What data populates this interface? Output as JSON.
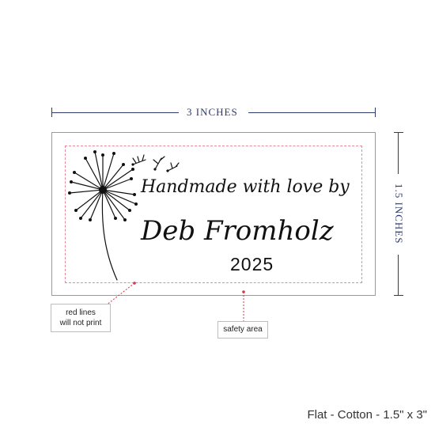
{
  "dimensions": {
    "width_label": "3 INCHES",
    "height_label": "1.5 INCHES"
  },
  "label": {
    "line1": "Handmade with love by",
    "name": "Deb Fromholz",
    "year": "2025",
    "illustration": "dandelion-icon"
  },
  "callouts": {
    "red_lines": [
      "red lines",
      "will not print"
    ],
    "safety": "safety area"
  },
  "caption": "Flat - Cotton - 1.5\" x 3\"",
  "colors": {
    "dimension": "#2d3a6b",
    "safety_line": "#e88a97",
    "callout_dot": "#d23a4a"
  }
}
